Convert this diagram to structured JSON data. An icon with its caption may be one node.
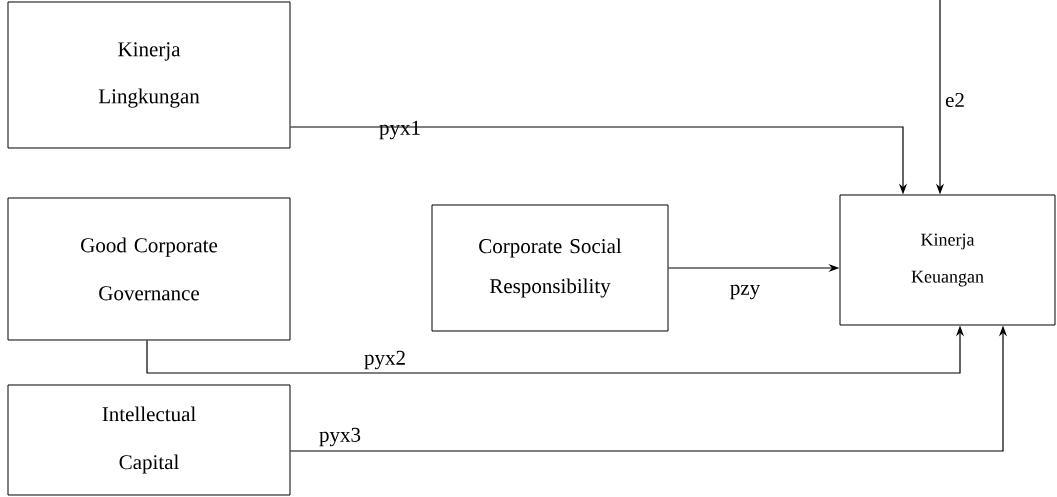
{
  "diagram": {
    "nodes": [
      {
        "text": [
          "Kinerja Lingkungan"
        ]
      },
      {
        "text": [
          "Good Corporate Governance"
        ]
      },
      {
        "text": [
          "Corporate Social Responsibility"
        ]
      },
      {
        "text": [
          "Kinerja Keuangan"
        ]
      },
      {
        "text": [
          "Intellectual Capital"
        ]
      }
    ],
    "edges": [
      {
        "from": 0,
        "to": 3,
        "arrow": "to",
        "label": "pyx1"
      },
      {
        "from": null,
        "to": 3,
        "arrow": "to",
        "label": "e2"
      },
      {
        "from": 2,
        "to": 3,
        "arrow": "to",
        "label": "pzy"
      },
      {
        "from": 1,
        "to": 3,
        "arrow": "to",
        "label": "pyx2"
      },
      {
        "from": 4,
        "to": 3,
        "arrow": "to",
        "label": "pyx3"
      }
    ]
  }
}
